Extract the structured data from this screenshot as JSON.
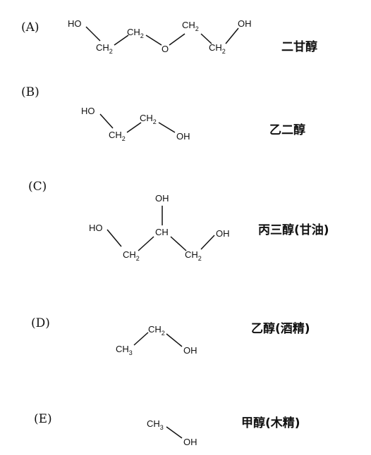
{
  "entries": [
    {
      "label": "(A)",
      "name": "二甘醇",
      "atoms": [
        {
          "text": "HO"
        },
        {
          "text": "CH",
          "sub": "2"
        },
        {
          "text": "CH",
          "sub": "2"
        },
        {
          "text": "O"
        },
        {
          "text": "CH",
          "sub": "2"
        },
        {
          "text": "CH",
          "sub": "2"
        },
        {
          "text": "OH"
        }
      ]
    },
    {
      "label": "(B)",
      "name": "乙二醇",
      "atoms": [
        {
          "text": "HO"
        },
        {
          "text": "CH",
          "sub": "2"
        },
        {
          "text": "CH",
          "sub": "2"
        },
        {
          "text": "OH"
        }
      ]
    },
    {
      "label": "(C)",
      "name": "丙三醇(甘油)",
      "atoms": [
        {
          "text": "HO"
        },
        {
          "text": "CH",
          "sub": "2"
        },
        {
          "text": "CH"
        },
        {
          "text": "OH"
        },
        {
          "text": "CH",
          "sub": "2"
        },
        {
          "text": "OH"
        }
      ]
    },
    {
      "label": "(D)",
      "name": "乙醇(酒精)",
      "atoms": [
        {
          "text": "CH",
          "sub": "3"
        },
        {
          "text": "CH",
          "sub": "2"
        },
        {
          "text": "OH"
        }
      ]
    },
    {
      "label": "(E)",
      "name": "甲醇(木精)",
      "atoms": [
        {
          "text": "CH",
          "sub": "3"
        },
        {
          "text": "OH"
        }
      ]
    }
  ]
}
